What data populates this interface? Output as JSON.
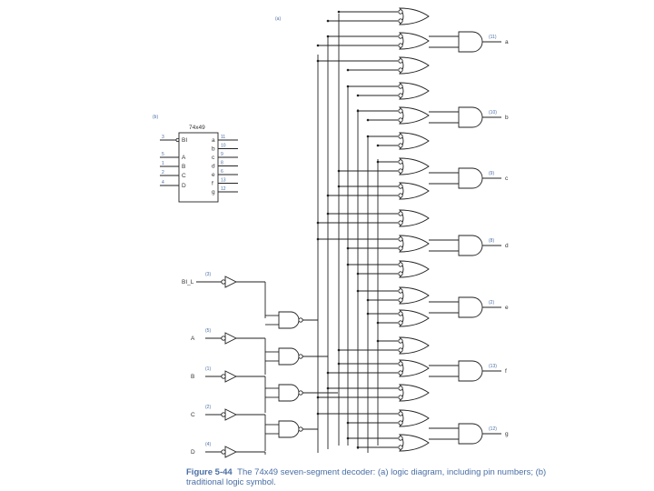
{
  "labels": {
    "part_a": "(a)",
    "part_b": "(b)"
  },
  "chip": {
    "name": "74x49",
    "input_pins": [
      {
        "num": "3",
        "name": "BI"
      },
      {
        "num": "5",
        "name": "A"
      },
      {
        "num": "1",
        "name": "B"
      },
      {
        "num": "2",
        "name": "C"
      },
      {
        "num": "4",
        "name": "D"
      }
    ],
    "output_pins": [
      {
        "name": "a",
        "num": "11"
      },
      {
        "name": "b",
        "num": "10"
      },
      {
        "name": "c",
        "num": "9"
      },
      {
        "name": "d",
        "num": "8"
      },
      {
        "name": "e",
        "num": "6"
      },
      {
        "name": "f",
        "num": "13"
      },
      {
        "name": "g",
        "num": "12"
      }
    ]
  },
  "inputs": [
    {
      "name": "BI_L",
      "pin": "(3)"
    },
    {
      "name": "A",
      "pin": "(5)"
    },
    {
      "name": "B",
      "pin": "(1)"
    },
    {
      "name": "C",
      "pin": "(2)"
    },
    {
      "name": "D",
      "pin": "(4)"
    }
  ],
  "outputs": [
    {
      "name": "a",
      "pin": "(11)"
    },
    {
      "name": "b",
      "pin": "(10)"
    },
    {
      "name": "c",
      "pin": "(9)"
    },
    {
      "name": "d",
      "pin": "(8)"
    },
    {
      "name": "e",
      "pin": "(2)"
    },
    {
      "name": "f",
      "pin": "(13)"
    },
    {
      "name": "g",
      "pin": "(12)"
    }
  ],
  "caption": {
    "figure": "Figure 5-44",
    "text": "The 74x49 seven-segment decoder: (a) logic diagram, including pin numbers; (b) traditional logic symbol."
  }
}
